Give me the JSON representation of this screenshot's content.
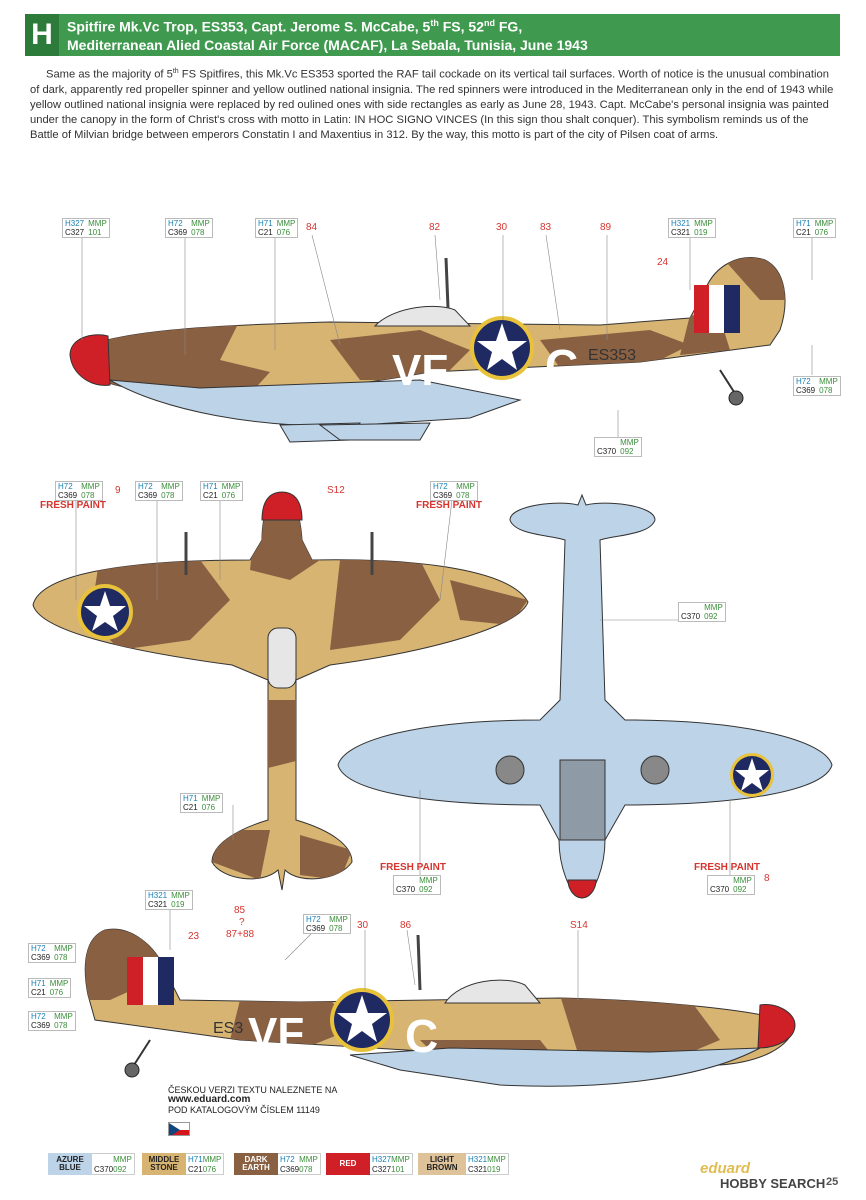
{
  "header": {
    "letter": "H",
    "line1_a": "Spitfire Mk.Vc Trop, ES353, Capt. Jerome S. McCabe, 5",
    "line1_sup1": "th",
    "line1_b": " FS, 52",
    "line1_sup2": "nd",
    "line1_c": " FG,",
    "line2": "Mediterranean Alied Coastal Air Force (MACAF), La Sebala, Tunisia, June 1943"
  },
  "description": {
    "p1_a": "Same as the majority of 5",
    "p1_sup": "th",
    "p1_b": " FS Spitfires, this Mk.Vc ES353 sported the RAF tail cockade on its vertical tail surfaces. Worth of notice is the unusual combination of dark, apparently red propeller spinner and yellow outlined national insignia. The red spinners were introduced in the Mediterranean only in the end of 1943 while yellow outlined national insignia were replaced by red oulined ones with side rectangles as early as June 28, 1943. Capt. McCabe's personal insignia was painted under the canopy in the form of Christ's cross with motto in Latin: IN HOC SIGNO VINCES (In this sign thou shalt conquer). This symbolism reminds us of the Battle of Milvian bridge between emperors Constatin I and Maxentius in 312. By the way, this motto is part of the city of Pilsen coat of arms."
  },
  "chips": [
    {
      "id": "c1",
      "h": "H327",
      "c": "C327",
      "n": "101"
    },
    {
      "id": "c2",
      "h": "H72",
      "c": "C369",
      "n": "078"
    },
    {
      "id": "c3",
      "h": "H71",
      "c": "C21",
      "n": "076"
    },
    {
      "id": "c4",
      "h": "H321",
      "c": "C321",
      "n": "019"
    },
    {
      "id": "c5",
      "h": "H71",
      "c": "C21",
      "n": "076"
    },
    {
      "id": "c6",
      "h": "H72",
      "c": "C369",
      "n": "078"
    },
    {
      "id": "c7",
      "h": "",
      "c": "C370",
      "n": "092"
    },
    {
      "id": "c8",
      "h": "H72",
      "c": "C369",
      "n": "078"
    },
    {
      "id": "c9",
      "h": "H72",
      "c": "C369",
      "n": "078"
    },
    {
      "id": "c10",
      "h": "H71",
      "c": "C21",
      "n": "076"
    },
    {
      "id": "c11",
      "h": "H72",
      "c": "C369",
      "n": "078"
    },
    {
      "id": "c12",
      "h": "",
      "c": "C370",
      "n": "092"
    },
    {
      "id": "c13",
      "h": "H71",
      "c": "C21",
      "n": "076"
    },
    {
      "id": "c14",
      "h": "",
      "c": "C370",
      "n": "092"
    },
    {
      "id": "c15",
      "h": "",
      "c": "C370",
      "n": "092"
    },
    {
      "id": "c16",
      "h": "H321",
      "c": "C321",
      "n": "019"
    },
    {
      "id": "c17",
      "h": "H72",
      "c": "C369",
      "n": "078"
    },
    {
      "id": "c18",
      "h": "H72",
      "c": "C369",
      "n": "078"
    },
    {
      "id": "c19",
      "h": "H71",
      "c": "C21",
      "n": "076"
    },
    {
      "id": "c20",
      "h": "H72",
      "c": "C369",
      "n": "078"
    }
  ],
  "mmp": "MMP",
  "callouts": {
    "n84": "84",
    "n82": "82",
    "n30a": "30",
    "n83": "83",
    "n89": "89",
    "n24": "24",
    "n9": "9",
    "s12": "S12",
    "n85": "85",
    "q": "?",
    "n8788": "87+88",
    "n23": "23",
    "n30b": "30",
    "n86": "86",
    "s14": "S14",
    "n8": "8"
  },
  "fresh_paint": "FRESH PAINT",
  "markings": {
    "side_top_code": "VF",
    "side_top_letter": "C",
    "side_top_serial": "ES353",
    "side_bottom_code": "VF",
    "side_bottom_letter": "C",
    "side_bottom_serial": "ES3"
  },
  "footer": {
    "czech1": "ČESKOU VERZI TEXTU NALEZNETE NA",
    "url": "www.eduard.com",
    "czech2": "POD KATALOGOVÝM ČÍSLEM 11149"
  },
  "legend": [
    {
      "name": "AZURE BLUE",
      "color": "#bcd3e8",
      "h": "",
      "c": "C370",
      "n": "092"
    },
    {
      "name": "MIDDLE STONE",
      "color": "#d8b472",
      "h": "H71",
      "c": "C21",
      "n": "076"
    },
    {
      "name": "DARK EARTH",
      "color": "#8a6043",
      "h": "H72",
      "c": "C369",
      "n": "078"
    },
    {
      "name": "RED",
      "color": "#cf2027",
      "h": "H327",
      "c": "C327",
      "n": "101"
    },
    {
      "name": "LIGHT BROWN",
      "color": "#dec39a",
      "h": "H321",
      "c": "C321",
      "n": "019"
    }
  ],
  "brand": "eduard",
  "watermark": "HOBBY SEARCH",
  "page_number": "25",
  "colors": {
    "header_green": "#3f9a4f",
    "azure": "#bcd3e8",
    "stone": "#d8b472",
    "earth": "#8a6043",
    "red": "#cf2027",
    "callout_red": "#d6352f"
  }
}
